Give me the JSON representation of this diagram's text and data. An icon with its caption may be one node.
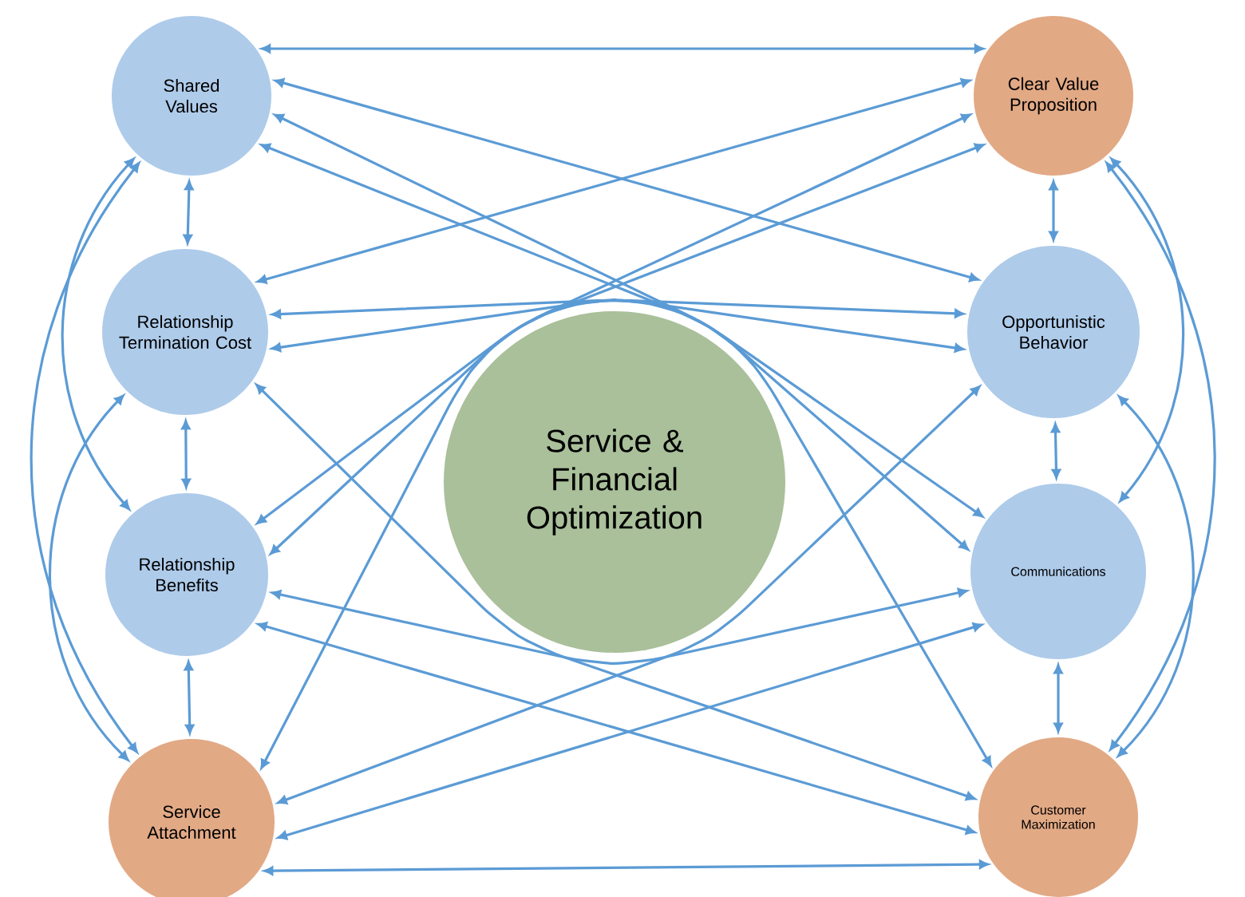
{
  "diagram": {
    "nodes": [
      {
        "text": [
          "Shared Values"
        ]
      },
      {
        "text": [
          "Clear Value Proposition"
        ]
      },
      {
        "text": [
          "Relationship Termination Cost"
        ]
      },
      {
        "text": [
          "Opportunistic Behavior"
        ]
      },
      {
        "text": [
          "Service & Financial Optimization"
        ]
      },
      {
        "text": [
          "Relationship Benefits"
        ]
      },
      {
        "text": [
          "Communications"
        ]
      },
      {
        "text": [
          "Service Attachment"
        ]
      },
      {
        "text": [
          "Customer Maximization"
        ]
      }
    ],
    "edges": [
      {
        "from": 0,
        "to": 1,
        "arrow": "both"
      },
      {
        "from": 0,
        "to": 3,
        "arrow": "both"
      },
      {
        "from": 0,
        "to": 6,
        "arrow": "both"
      },
      {
        "from": 0,
        "to": 8,
        "arrow": "both"
      },
      {
        "from": 2,
        "to": 1,
        "arrow": "both"
      },
      {
        "from": 2,
        "to": 3,
        "arrow": "both"
      },
      {
        "from": 2,
        "to": 6,
        "arrow": "both"
      },
      {
        "from": 2,
        "to": 8,
        "arrow": "both"
      },
      {
        "from": 5,
        "to": 1,
        "arrow": "both"
      },
      {
        "from": 5,
        "to": 3,
        "arrow": "both"
      },
      {
        "from": 5,
        "to": 6,
        "arrow": "both"
      },
      {
        "from": 5,
        "to": 8,
        "arrow": "both"
      },
      {
        "from": 7,
        "to": 1,
        "arrow": "both"
      },
      {
        "from": 7,
        "to": 3,
        "arrow": "both"
      },
      {
        "from": 7,
        "to": 6,
        "arrow": "both"
      },
      {
        "from": 7,
        "to": 8,
        "arrow": "both"
      },
      {
        "from": 0,
        "to": 2,
        "arrow": "both"
      },
      {
        "from": 2,
        "to": 5,
        "arrow": "both"
      },
      {
        "from": 5,
        "to": 7,
        "arrow": "both"
      },
      {
        "from": 1,
        "to": 3,
        "arrow": "both"
      },
      {
        "from": 3,
        "to": 6,
        "arrow": "both"
      },
      {
        "from": 6,
        "to": 8,
        "arrow": "both"
      },
      {
        "from": 0,
        "to": 7,
        "arrow": "both"
      },
      {
        "from": 0,
        "to": 5,
        "arrow": "both"
      },
      {
        "from": 2,
        "to": 7,
        "arrow": "both"
      },
      {
        "from": 1,
        "to": 6,
        "arrow": "both"
      },
      {
        "from": 1,
        "to": 8,
        "arrow": "both"
      },
      {
        "from": 3,
        "to": 8,
        "arrow": "both"
      }
    ]
  }
}
